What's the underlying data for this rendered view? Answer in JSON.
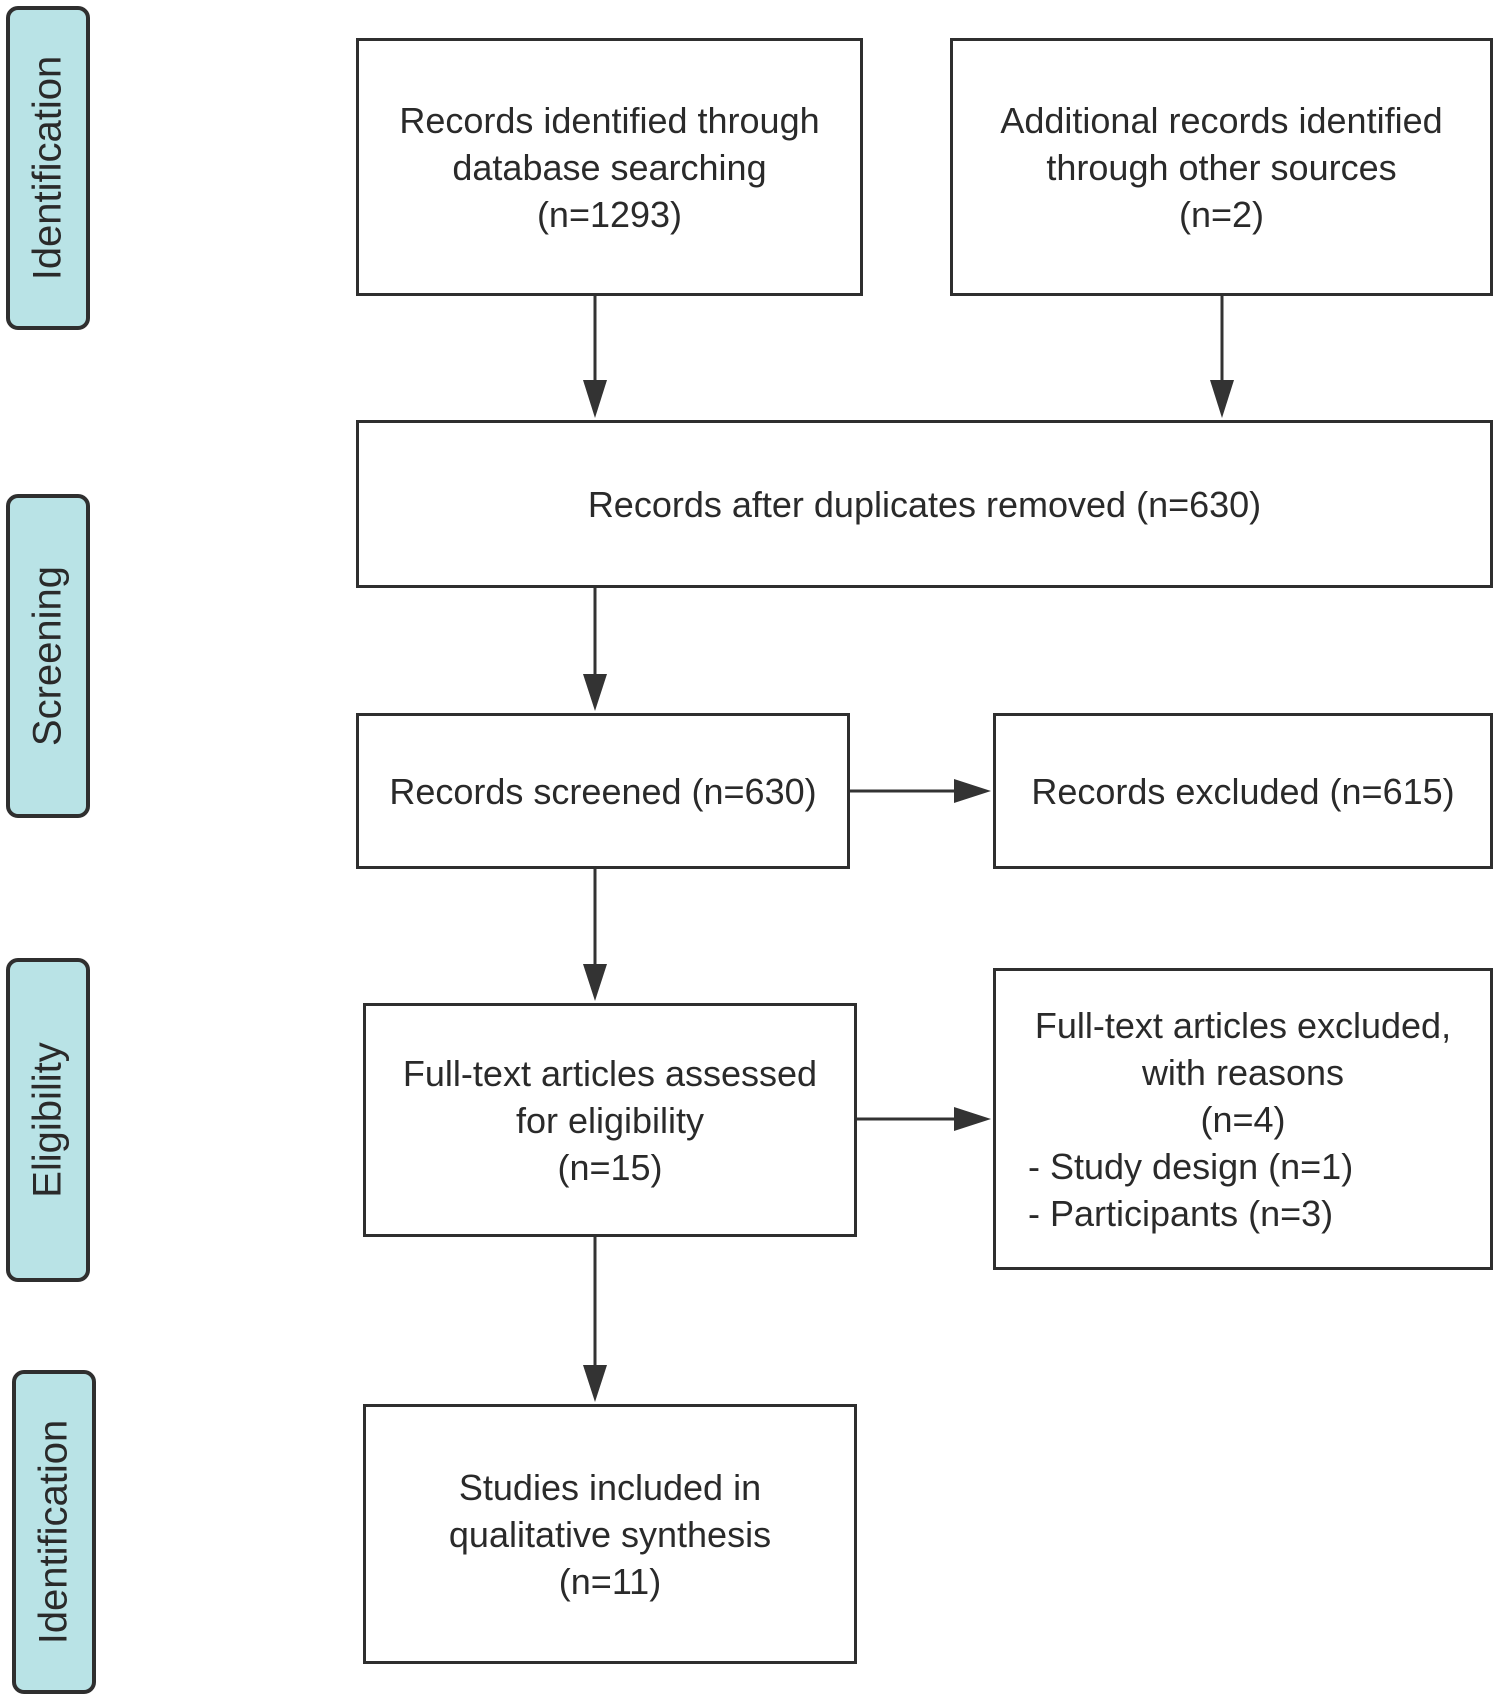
{
  "phases": [
    {
      "id": "p1",
      "label": "Identification"
    },
    {
      "id": "p2",
      "label": "Screening"
    },
    {
      "id": "p3",
      "label": "Eligibility"
    },
    {
      "id": "p4",
      "label": "Identification"
    }
  ],
  "boxes": {
    "db": {
      "line1": "Records identified through",
      "line2": "database searching",
      "line3": "(n=1293)"
    },
    "other": {
      "line1": "Additional records identified",
      "line2": "through other sources",
      "line3": "(n=2)"
    },
    "dedup": {
      "line1": "Records after duplicates removed (n=630)"
    },
    "screened": {
      "line1": "Records screened (n=630)"
    },
    "excluded": {
      "line1": "Records excluded (n=615)"
    },
    "fulltext": {
      "line1": "Full-text articles assessed",
      "line2": "for eligibility",
      "line3": "(n=15)"
    },
    "ft_excluded": {
      "line1": "Full-text articles excluded,",
      "line2": "with reasons",
      "line3": "(n=4)",
      "reasons": [
        "-  Study design (n=1)",
        "-  Participants (n=3)"
      ]
    },
    "included": {
      "line1": "Studies included in",
      "line2": "qualitative synthesis",
      "line3": "(n=11)"
    }
  }
}
